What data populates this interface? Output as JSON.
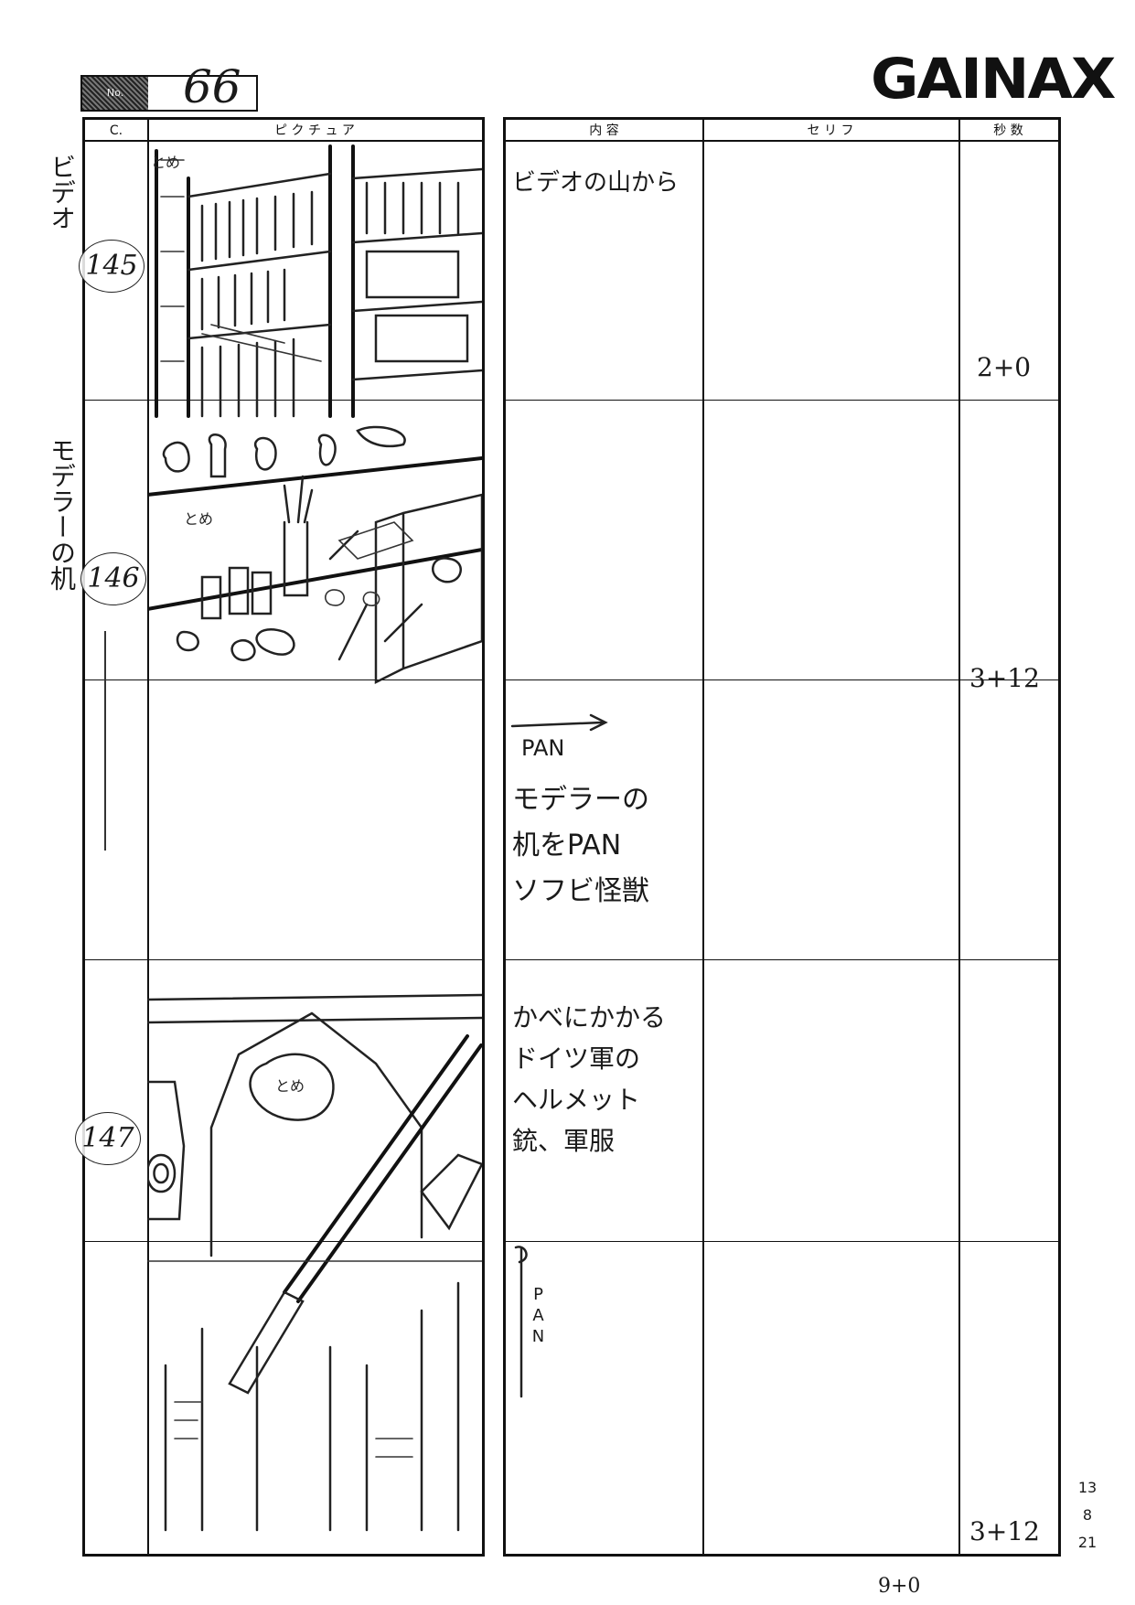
{
  "page": {
    "number_label": "No.",
    "number": "66",
    "logo": "GAINAX"
  },
  "headers": {
    "cut": "C.",
    "picture": "ピ ク チ ュ ア",
    "content": "内 容",
    "dialogue": "セ リ フ",
    "seconds": "秒 数"
  },
  "cuts": [
    {
      "side_note": "ビデオ",
      "cut_number": "145",
      "sketch_label": "とめ",
      "content": "ビデオの山から",
      "seconds": "2+0"
    },
    {
      "side_note": "モデラーの机",
      "cut_number": "146",
      "sketch_label": "とめ",
      "content": "",
      "seconds": "3+12"
    },
    {
      "content_pan": "PAN",
      "content": "モデラーの\n机をPAN\nソフビ怪獣"
    },
    {
      "cut_number": "147",
      "sketch_label": "とめ",
      "content": "かべにかかる\nドイツ軍の\nヘルメット\n銃、軍服"
    },
    {
      "content_pan": "PAN",
      "seconds": "3+12"
    }
  ],
  "corner_note": [
    "13",
    "8",
    "21"
  ],
  "footer_note": "9+0"
}
